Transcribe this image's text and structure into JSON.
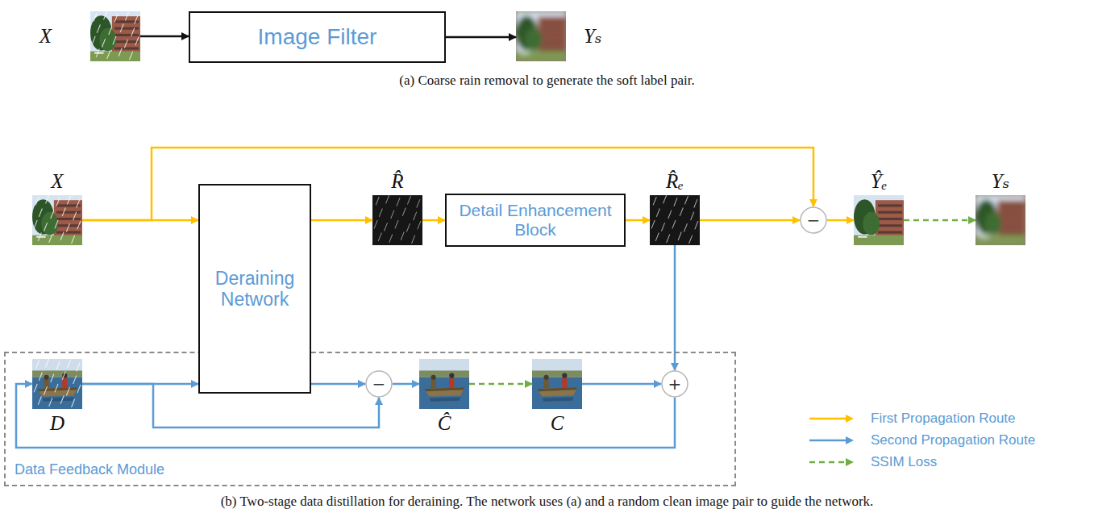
{
  "diagram": {
    "caption": "(b) Two-stage data distillation for deraining. The network uses (a) and a random clean image pair to guide the network.",
    "nodes": [
      {
        "text": [
          "X"
        ]
      },
      {
        "text": [
          "Image Filter"
        ]
      },
      {
        "text": [
          "Yₛ"
        ]
      },
      {
        "text": [
          "X"
        ]
      },
      {
        "text": [
          "Deraining Network"
        ]
      },
      {
        "text": [
          "R̂"
        ]
      },
      {
        "text": [
          "Detail Enhancement Block"
        ]
      },
      {
        "text": [
          "R̂ₑ"
        ]
      },
      {
        "text": [
          "−"
        ]
      },
      {
        "text": [
          "Ŷₑ"
        ]
      },
      {
        "text": [
          "Yₛ"
        ]
      },
      {
        "text": [
          "Data Feedback Module"
        ]
      },
      {
        "text": [
          "D"
        ],
        "in": 11
      },
      {
        "text": [
          "−"
        ],
        "in": 11
      },
      {
        "text": [
          "Ĉ"
        ],
        "in": 11
      },
      {
        "text": [
          "C"
        ],
        "in": 11
      },
      {
        "text": [
          "+"
        ],
        "in": 11
      }
    ],
    "edges": [
      {
        "from": 0,
        "to": 1,
        "arrow": "to"
      },
      {
        "from": 1,
        "to": 2,
        "arrow": "to"
      },
      {
        "from": 3,
        "to": 4,
        "arrow": "to"
      },
      {
        "from": 3,
        "to": 8,
        "arrow": "to"
      },
      {
        "from": 4,
        "to": 5,
        "arrow": "to"
      },
      {
        "from": 5,
        "to": 6,
        "arrow": "to"
      },
      {
        "from": 6,
        "to": 7,
        "arrow": "to"
      },
      {
        "from": 7,
        "to": 8,
        "arrow": "to"
      },
      {
        "from": 8,
        "to": 9,
        "arrow": "to"
      },
      {
        "from": 9,
        "to": 10,
        "arrow": "to"
      },
      {
        "from": 7,
        "to": 16,
        "arrow": "to"
      },
      {
        "from": 12,
        "to": 4,
        "arrow": "to"
      },
      {
        "from": 12,
        "to": 13,
        "arrow": "to"
      },
      {
        "from": 4,
        "to": 13,
        "arrow": "to"
      },
      {
        "from": 13,
        "to": 14,
        "arrow": "to"
      },
      {
        "from": 14,
        "to": 15,
        "arrow": "to"
      },
      {
        "from": 15,
        "to": 16,
        "arrow": "to"
      },
      {
        "from": 16,
        "to": 12,
        "arrow": "to"
      }
    ],
    "labels": [
      "(a) Coarse rain removal to generate the soft label pair."
    ],
    "legend": [
      {
        "text": "First Propagation Route"
      },
      {
        "text": "Second Propagation Route"
      },
      {
        "text": "SSIM Loss"
      }
    ]
  }
}
